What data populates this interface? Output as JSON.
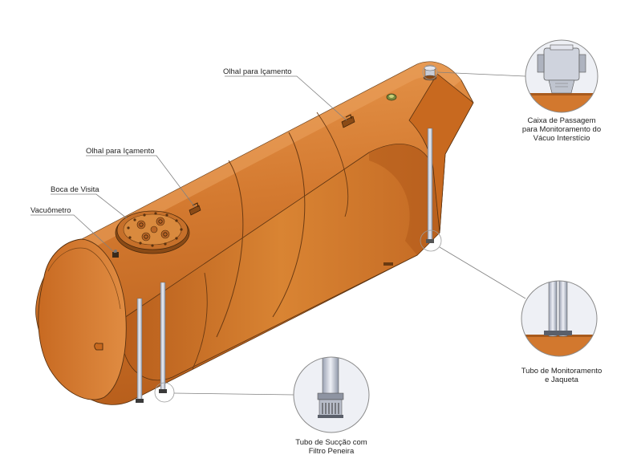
{
  "labels": {
    "olhal_top": "Olhal para Içamento",
    "olhal_mid": "Olhal para Içamento",
    "boca_visita": "Boca de Visita",
    "vacuometro": "Vacuômetro",
    "caixa_line1": "Caixa de Passagem",
    "caixa_line2": "para Monitoramento do",
    "caixa_line3": "Vácuo Interstício",
    "tubo_mon_line1": "Tubo de Monitoramento",
    "tubo_mon_line2": "e Jaqueta",
    "tubo_suc_line1": "Tubo de Sucção com",
    "tubo_suc_line2": "Filtro Peneira"
  },
  "colors": {
    "tank_main": "#d2782e",
    "tank_light": "#e39148",
    "tank_dark": "#b45f1c",
    "tank_interior": "#c96a22",
    "edge": "#5a3210",
    "pipe": "#d9dde8",
    "detail_bg": "#eef0f5",
    "leader": "#808080"
  }
}
